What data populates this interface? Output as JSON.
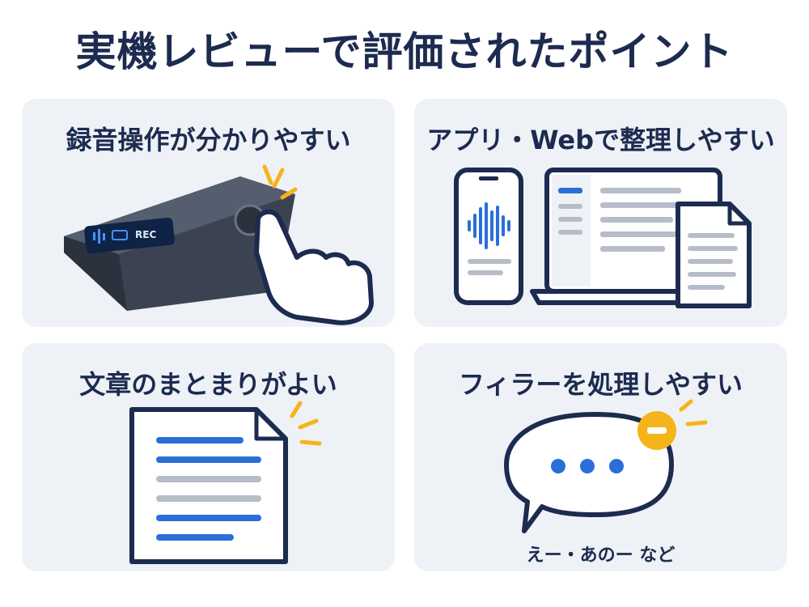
{
  "title": "実機レビューで評価されたポイント",
  "cards": [
    {
      "title": "録音操作が分かりやすい",
      "device_label": "REC"
    },
    {
      "title": "アプリ・Webで整理しやすい"
    },
    {
      "title": "文章のまとまりがよい"
    },
    {
      "title": "フィラーを処理しやすい",
      "caption": "えー・あのー など"
    }
  ],
  "colors": {
    "navy": "#1c2b4f",
    "card_bg": "#eef1f6",
    "accent_blue": "#2a6fd8",
    "accent_yellow": "#f5b41a",
    "gray_line": "#b6bcc8"
  },
  "icons": [
    "hand-pointer-icon",
    "soundwave-icon",
    "document-icon",
    "speech-bubble-icon",
    "minus-badge-icon"
  ]
}
